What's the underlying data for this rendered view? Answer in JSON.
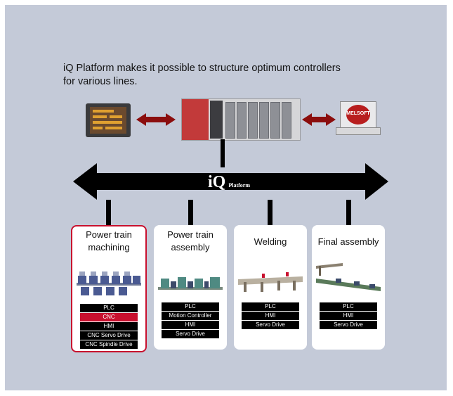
{
  "intro": {
    "line1": "iQ Platform makes it possible to structure optimum controllers",
    "line2": "for various lines."
  },
  "band": {
    "iq": "iQ",
    "platform": "Platform"
  },
  "devices": {
    "pc_logo": "MELSOFT"
  },
  "cards": [
    {
      "title1": "Power train",
      "title2": "machining",
      "selected": true,
      "labels": [
        "PLC",
        "CNC",
        "HMI",
        "CNC Servo Drive",
        "CNC Spindle Drive"
      ]
    },
    {
      "title1": "Power train",
      "title2": "assembly",
      "selected": false,
      "labels": [
        "PLC",
        "Motion Controller",
        "HMI",
        "Servo Drive"
      ]
    },
    {
      "title1": "Welding",
      "selected": false,
      "labels": [
        "PLC",
        "HMI",
        "Servo Drive"
      ]
    },
    {
      "title1": "Final assembly",
      "selected": false,
      "labels": [
        "PLC",
        "HMI",
        "Servo Drive"
      ]
    }
  ],
  "colors": {
    "accent_red": "#c8102e",
    "arrow": "#8b0d0d",
    "band": "#000000",
    "panel": "#c4cad8"
  }
}
